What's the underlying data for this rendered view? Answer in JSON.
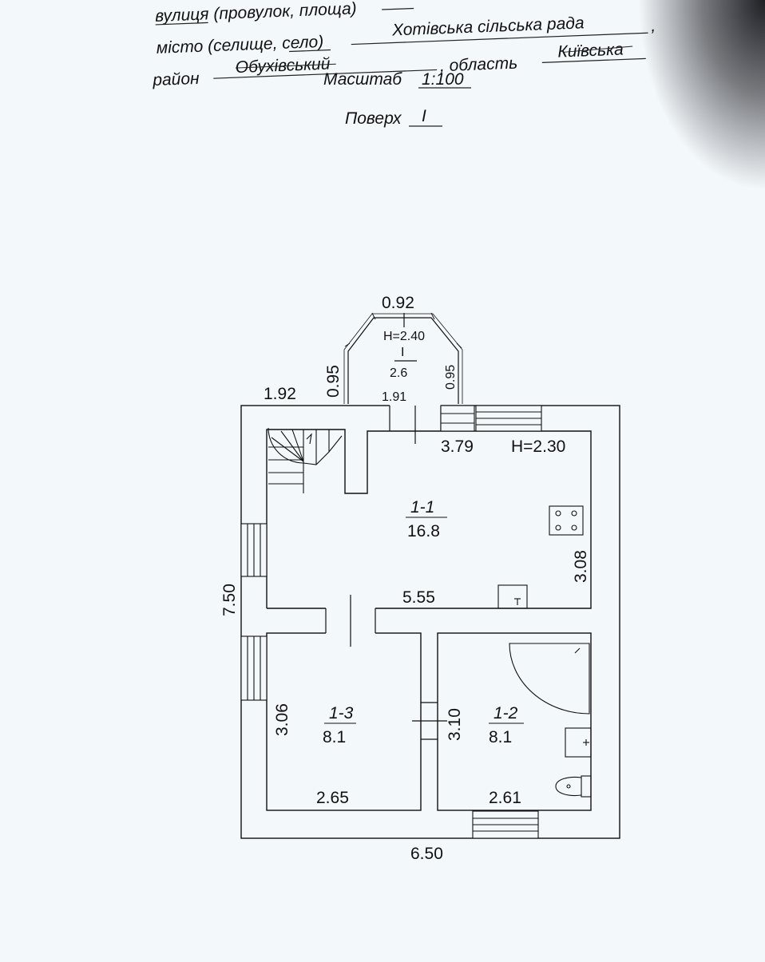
{
  "header": {
    "street_label": "вулиця (провулок, площа)",
    "city_label": "місто (селище, село)",
    "city_value": "Хотівська сільська рада",
    "city_comma": ",",
    "district_label": "район",
    "district_value": "Обухівський",
    "region_label": ", область",
    "region_value": "Київська",
    "scale_label": "Масштаб",
    "scale_value": "1:100",
    "floor_label": "Поверх",
    "floor_value": "I"
  },
  "plan": {
    "porch": {
      "top_width": "0.92",
      "height_note": "H=2.40",
      "room_id": "I",
      "area": "2.6",
      "side_left": "0.95",
      "side_right": "0.95",
      "base_width": "1.91"
    },
    "outer": {
      "top_left_width": "1.92",
      "total_height": "7.50",
      "total_width": "6.50"
    },
    "room_1_1": {
      "id": "1-1",
      "area": "16.8",
      "top_width": "3.79",
      "ceiling": "H=2.30",
      "bottom_width": "5.55",
      "right_height": "3.08"
    },
    "room_1_3": {
      "id": "1-3",
      "area": "8.1",
      "height": "3.06",
      "width": "2.65"
    },
    "room_1_2": {
      "id": "1-2",
      "area": "8.1",
      "height": "3.10",
      "width": "2.61"
    },
    "fixtures": [
      "spiral-stair",
      "stove",
      "sink",
      "shower",
      "washbasin",
      "toilet"
    ]
  }
}
